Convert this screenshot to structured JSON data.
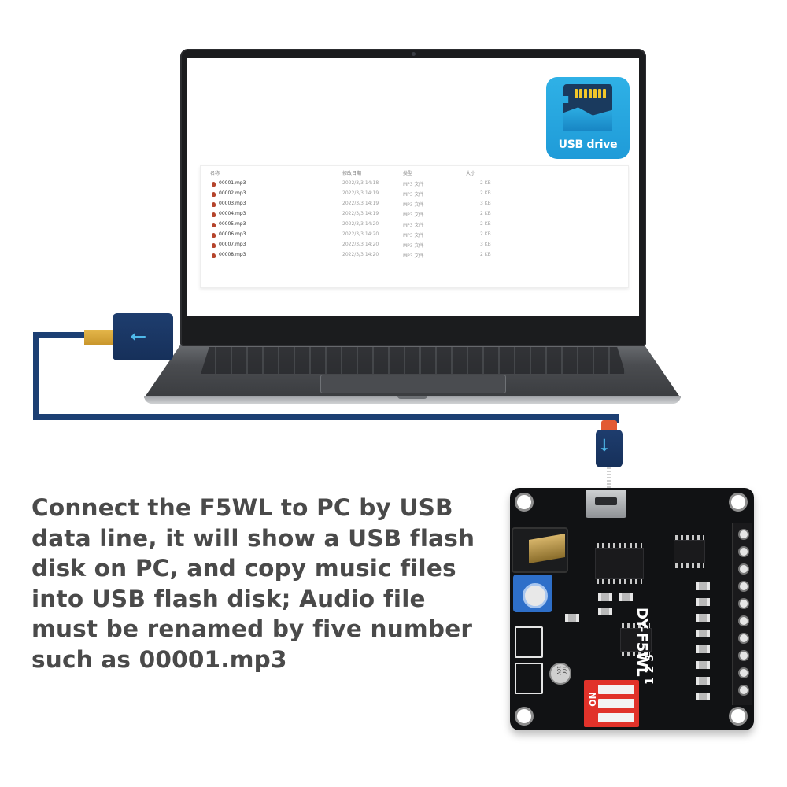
{
  "screen": {
    "usb_drive_label": "USB drive",
    "file_list": {
      "headers": [
        "名称",
        "修改日期",
        "类型",
        "大小"
      ],
      "rows": [
        {
          "name": "00001.mp3",
          "date": "2022/3/3 14:18",
          "type": "MP3 文件",
          "size": "2 KB"
        },
        {
          "name": "00002.mp3",
          "date": "2022/3/3 14:19",
          "type": "MP3 文件",
          "size": "2 KB"
        },
        {
          "name": "00003.mp3",
          "date": "2022/3/3 14:19",
          "type": "MP3 文件",
          "size": "3 KB"
        },
        {
          "name": "00004.mp3",
          "date": "2022/3/3 14:19",
          "type": "MP3 文件",
          "size": "2 KB"
        },
        {
          "name": "00005.mp3",
          "date": "2022/3/3 14:20",
          "type": "MP3 文件",
          "size": "2 KB"
        },
        {
          "name": "00006.mp3",
          "date": "2022/3/3 14:20",
          "type": "MP3 文件",
          "size": "2 KB"
        },
        {
          "name": "00007.mp3",
          "date": "2022/3/3 14:20",
          "type": "MP3 文件",
          "size": "3 KB"
        },
        {
          "name": "00008.mp3",
          "date": "2022/3/3 14:20",
          "type": "MP3 文件",
          "size": "2 KB"
        }
      ]
    }
  },
  "caption": {
    "lines": [
      "Connect the F5WL to PC by USB",
      "data line, it will show a USB flash",
      "disk on PC,  and copy music files",
      "into USB flash disk;  Audio file",
      "must be renamed by five number",
      "such as 00001.mp3"
    ]
  },
  "board": {
    "label": "DY-F5WL",
    "dip_on_label": "ON",
    "dip_numbers": "1 2 3",
    "capacitor_label": "100 10V"
  },
  "icons": {
    "usb_left": "usb-symbol",
    "usb_right": "usb-symbol",
    "sd_card": "sd-card-icon"
  },
  "colors": {
    "tile_blue": "#1f9bd8",
    "cable_blue": "#1c3f73",
    "caption_gray": "#4a4a4a",
    "dip_red": "#e1322a"
  }
}
